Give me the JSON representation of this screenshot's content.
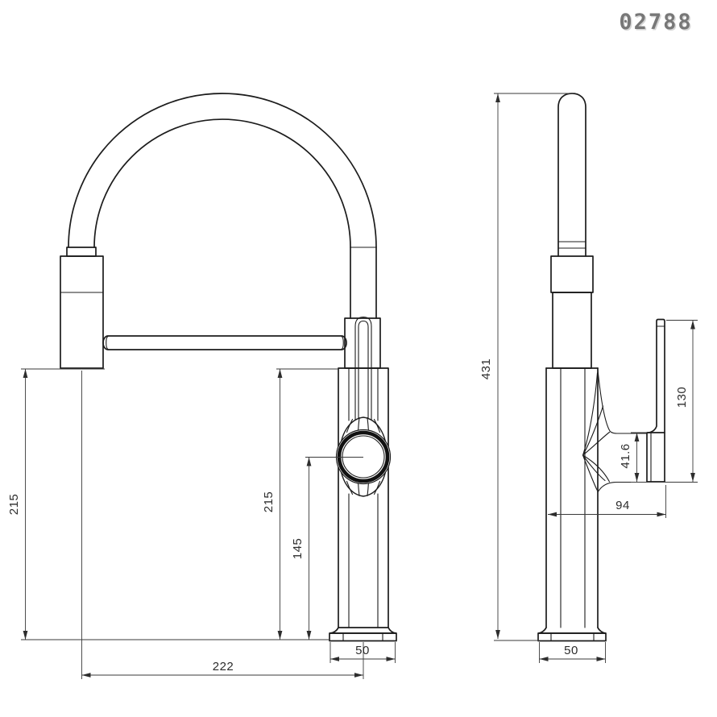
{
  "part_number": "02788",
  "drawing": {
    "type": "faucet-technical-drawing",
    "units": "mm"
  },
  "front_view": {
    "dims": {
      "outer_height": "215",
      "inner_height": "215",
      "center_height": "145",
      "reach": "222",
      "base_width": "50"
    }
  },
  "side_view": {
    "dims": {
      "total_height": "431",
      "lever_height": "130",
      "cartridge_height": "41.6",
      "depth": "94",
      "base_width": "50"
    }
  },
  "colors": {
    "background": "#ffffff",
    "object_line": "#1c1c1c",
    "dimension_line": "#3a3a3a",
    "part_number_text": "#787878"
  }
}
